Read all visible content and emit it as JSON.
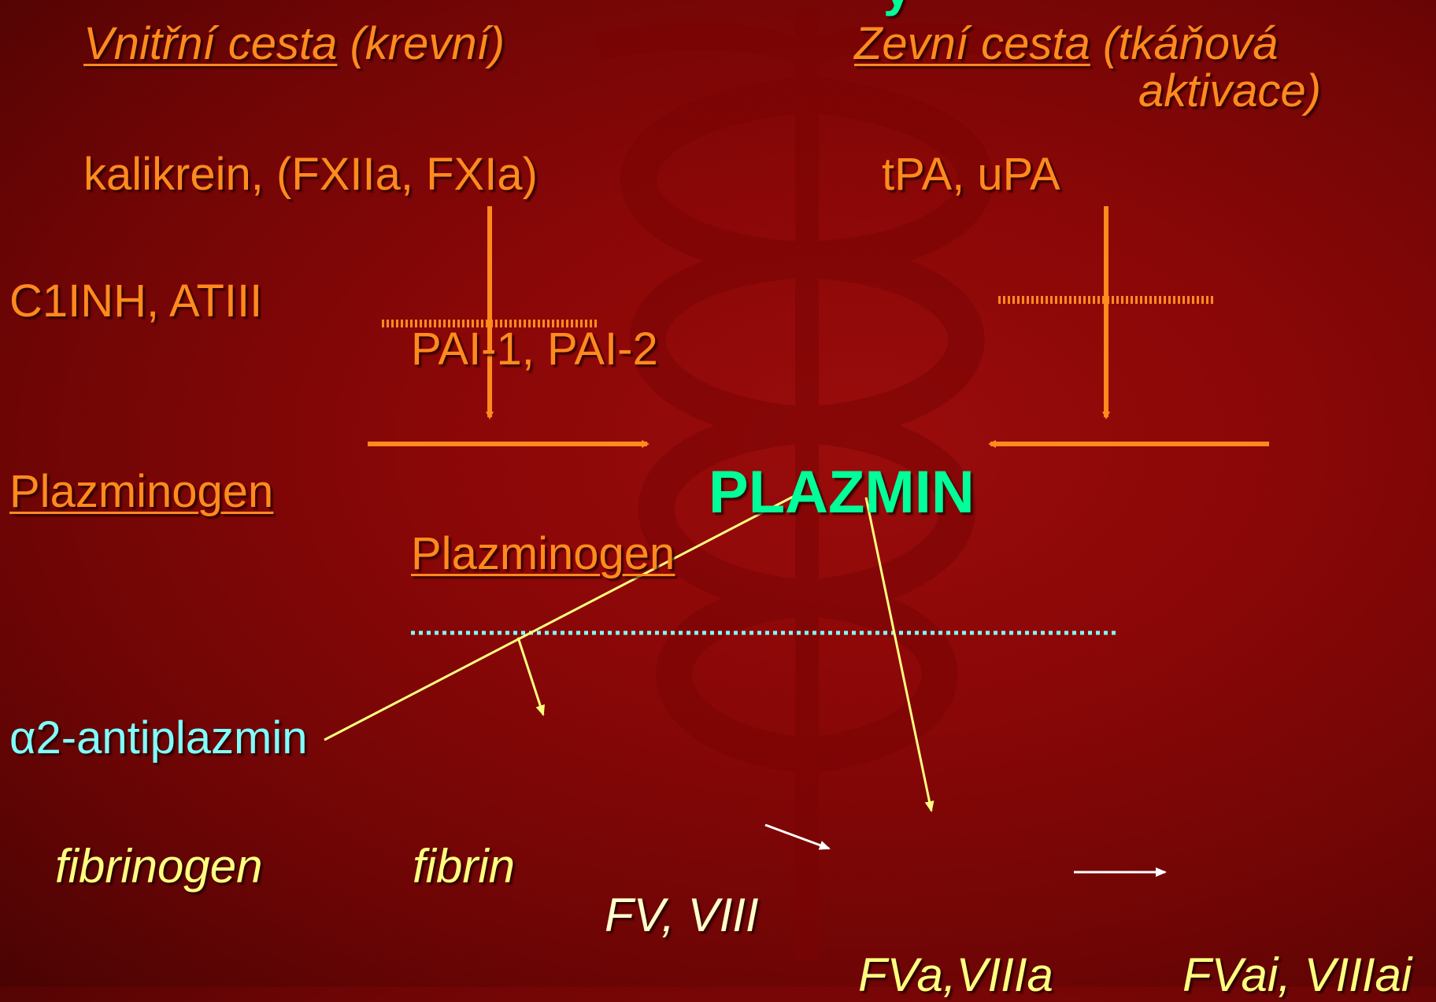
{
  "title_fragment": "y",
  "left_path": {
    "title": "Vnitřní cesta",
    "title_suffix": " (krevní)",
    "activators": "kalikrein, (FXIIa, FXIa)",
    "inhibitors": "C1INH, ATIII"
  },
  "right_path": {
    "title": "Zevní cesta",
    "title_suffix_1": " (tkáňová",
    "title_suffix_2": "aktivace)",
    "activators": "tPA, uPA"
  },
  "pai_label": "PAI-1, PAI-2",
  "plasminogen_left": "Plazminogen",
  "plasminogen_mid": "Plazminogen",
  "plasmin": "PLAZMIN",
  "antiplasmin": "α2-antiplazmin",
  "fibrinogen": "fibrinogen",
  "fibrin": "fibrin",
  "factors_inactive": "FV, VIII",
  "factors_active": "FVa,VIIIa",
  "factors_inactivated": "FVai, VIIIai",
  "colors": {
    "background": "#8a0707",
    "orange": "#ff8a1e",
    "yellow": "#ffff80",
    "cyan": "#80ffff",
    "green": "#00ff99"
  }
}
